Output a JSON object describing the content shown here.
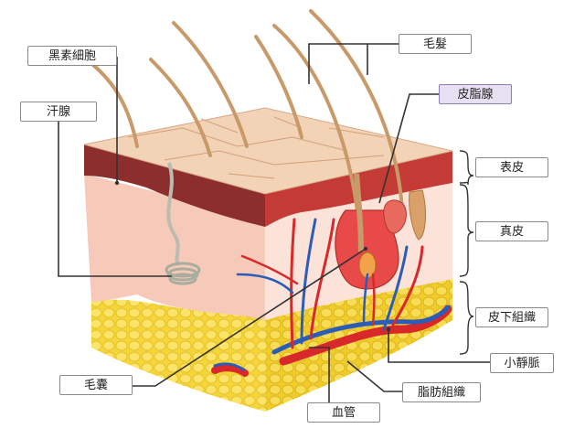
{
  "labels": {
    "melanocyte": "黑素細胞",
    "sweat_gland": "汗腺",
    "hair": "毛髮",
    "sebaceous_gland": "皮脂腺",
    "epidermis": "表皮",
    "dermis": "真皮",
    "hypodermis": "皮下組織",
    "venule": "小靜脈",
    "adipose_tissue": "脂肪組織",
    "hair_follicle": "毛囊",
    "blood_vessel": "血管"
  },
  "colors": {
    "epidermis_top": "#f3d3b6",
    "epidermis_band": "#8c2e2e",
    "dermis": "#f7c9b9",
    "dermis_side": "#fbe3d9",
    "fat": "#f5d63a",
    "artery": "#d8282a",
    "vein": "#2a5cb8",
    "highlight_label": "#e6e0f2"
  }
}
